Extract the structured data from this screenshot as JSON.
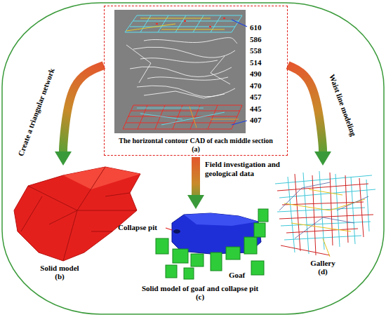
{
  "diagram": {
    "nodes": [
      {
        "text": [
          "The horizontal contour CAD of each middle section",
          "(a)"
        ]
      },
      {
        "text": [
          "Solid model",
          "(b)"
        ]
      },
      {
        "text": [
          "Solid model of goaf and collapse pit",
          "(c)"
        ]
      },
      {
        "text": [
          "Gallery",
          "(d)"
        ]
      }
    ],
    "edges": [
      {
        "from": 0,
        "to": 1,
        "arrow": "to",
        "label": "Create a triangular network"
      },
      {
        "from": 0,
        "to": 2,
        "arrow": "to",
        "label": "Field investigation and geological data"
      },
      {
        "from": 0,
        "to": 3,
        "arrow": "to",
        "label": "Waist line modeling"
      }
    ],
    "labels": [
      "610",
      "586",
      "558",
      "514",
      "490",
      "470",
      "457",
      "445",
      "407",
      "Collapse pit",
      "Goaf"
    ]
  }
}
